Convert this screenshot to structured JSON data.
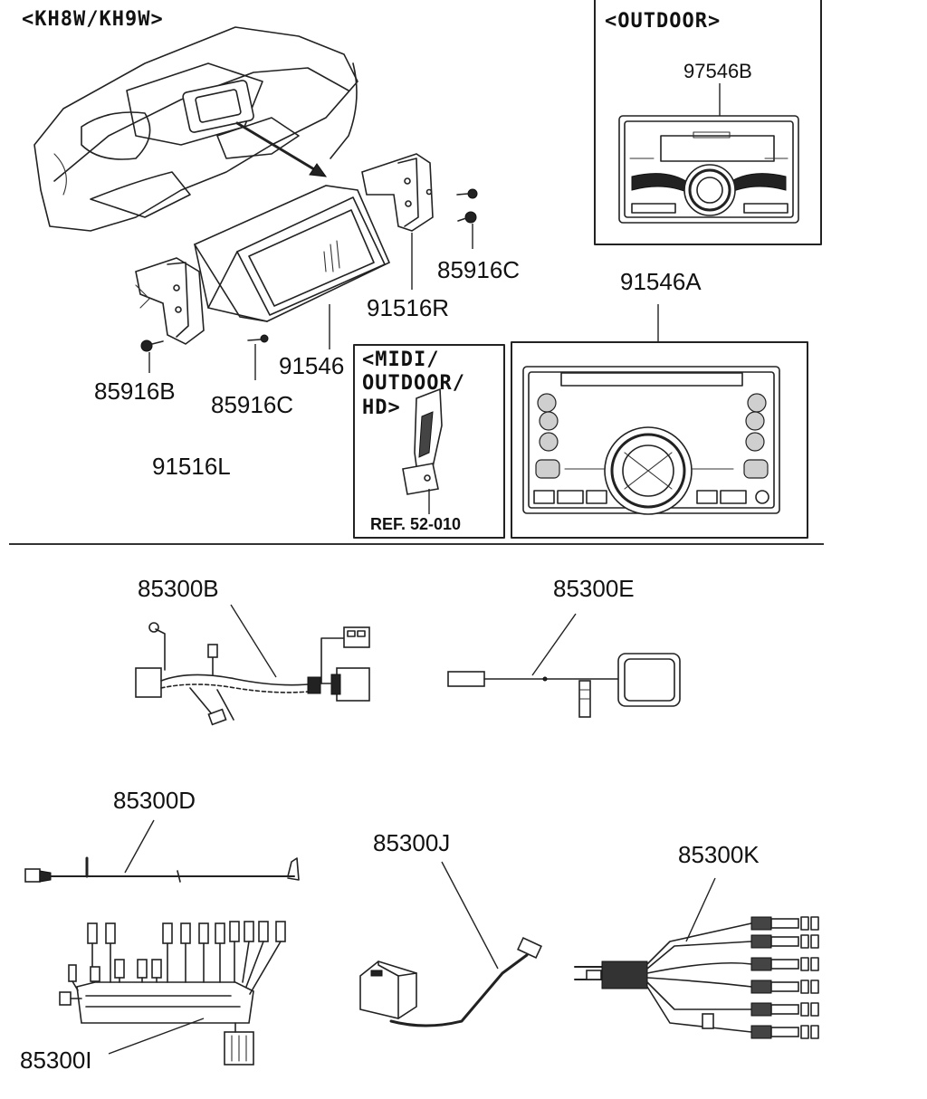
{
  "headers": {
    "kh": "<KH8W/KH9W>",
    "outdoor": "<OUTDOOR>",
    "midi_1": "<MIDI/",
    "midi_2": "OUTDOOR/",
    "midi_3": "HD>"
  },
  "reference": "REF. 52-010",
  "parts": {
    "p97546B": "97546B",
    "p85916C_top": "85916C",
    "p91546A": "91546A",
    "p91516R": "91516R",
    "p91546": "91546",
    "p85916B": "85916B",
    "p85916C_bottom": "85916C",
    "p91516L": "91516L",
    "p85300B": "85300B",
    "p85300E": "85300E",
    "p85300D": "85300D",
    "p85300J": "85300J",
    "p85300K": "85300K",
    "p85300I": "85300I"
  }
}
